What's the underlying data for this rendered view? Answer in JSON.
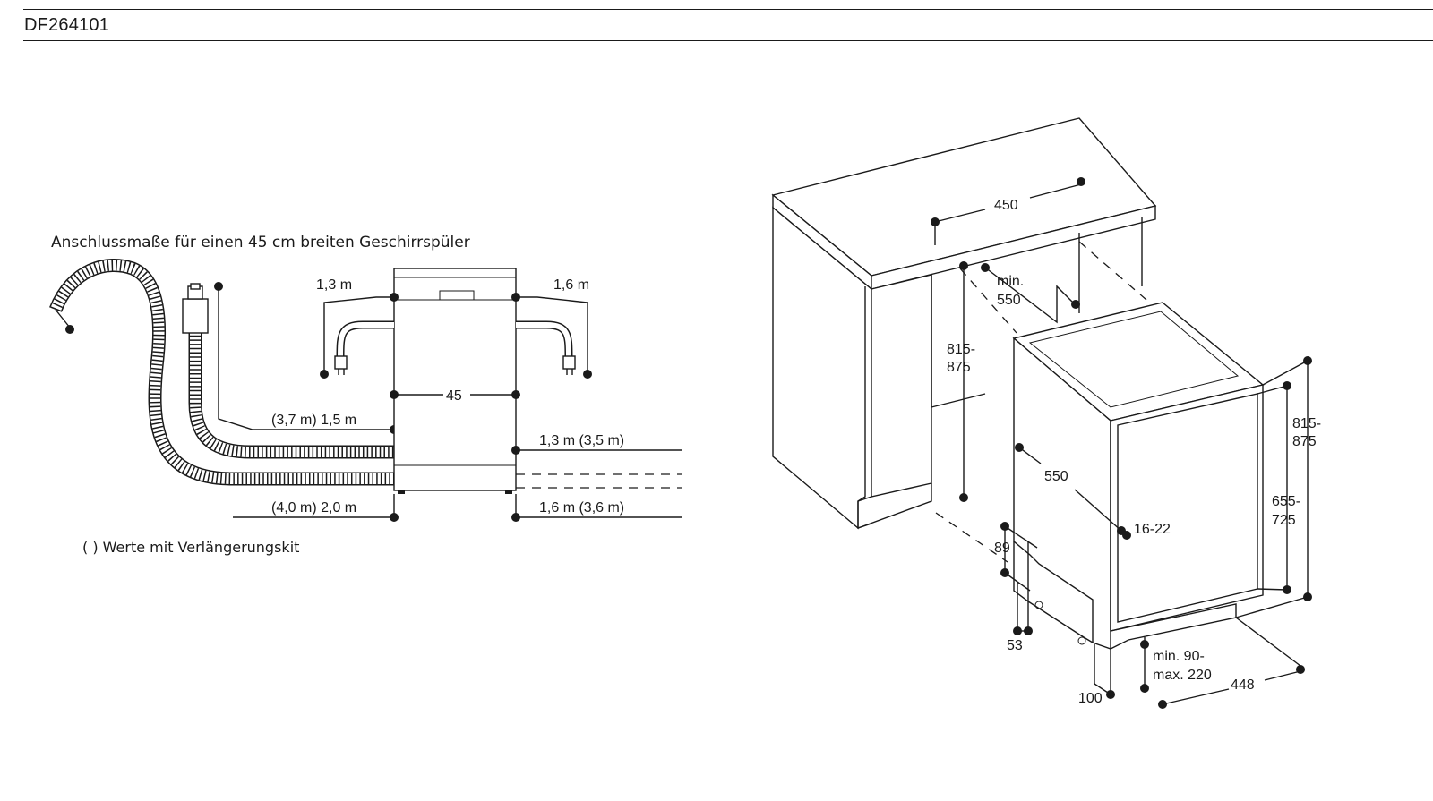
{
  "header": {
    "model_code": "DF264101"
  },
  "connection": {
    "title": "Anschlussmaße für einen 45 cm breiten Geschirrspüler",
    "width": "45",
    "power_left": "1,3 m",
    "power_right": "1,6 m",
    "drain_hose": "(3,7 m) 1,5 m",
    "inlet_hose": "(4,0 m) 2,0 m",
    "right_upper": "1,3 m (3,5 m)",
    "right_lower": "1,6 m (3,6 m)",
    "note": "( ) Werte mit Verlängerungskit"
  },
  "install": {
    "niche_width": "450",
    "niche_depth_line1": "min.",
    "niche_depth_line2": "550",
    "niche_height_line1": "815-",
    "niche_height_line2": "875",
    "appliance_height_line1": "815-",
    "appliance_height_line2": "875",
    "door_height_line1": "655-",
    "door_height_line2": "725",
    "depth": "550",
    "door_thickness": "16-22",
    "plinth_height": "89",
    "plinth_offset": "53",
    "plinth_depth": "100",
    "toe_kick_line1": "min. 90-",
    "toe_kick_line2": "max. 220",
    "appliance_width": "448"
  }
}
